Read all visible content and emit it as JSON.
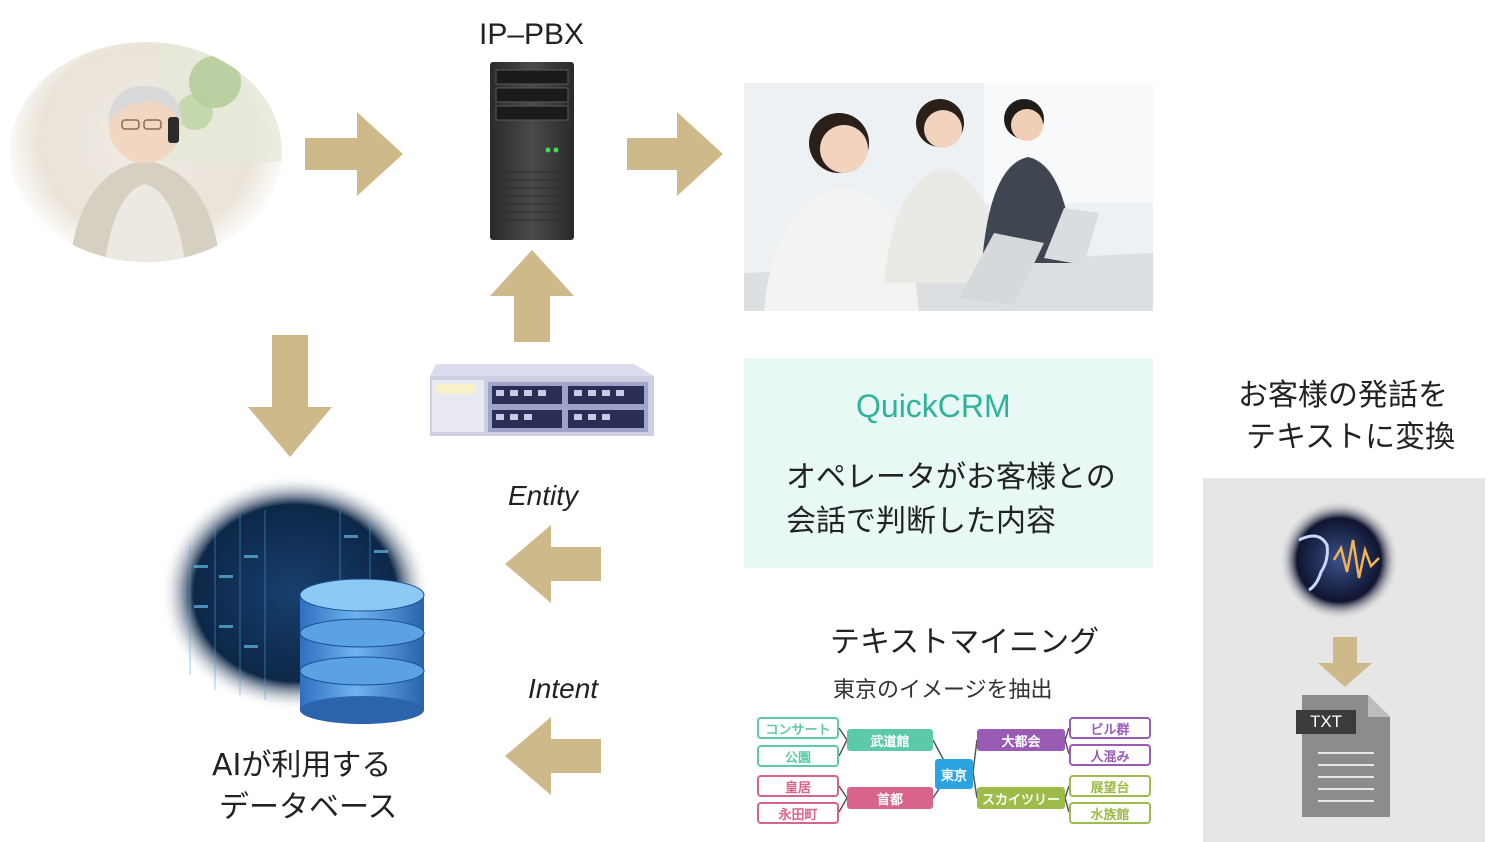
{
  "pbx_title": "IP–PBX",
  "crm": {
    "title": "QuickCRM",
    "line1": "オペレータがお客様との",
    "line2": "会話で判断した内容"
  },
  "flows": {
    "entity": "Entity",
    "intent": "Intent"
  },
  "database": {
    "line1": "AIが利用する",
    "line2": "データベース"
  },
  "speech_to_text": {
    "line1": "お客様の発話を",
    "line2": "テキストに変換",
    "file_label": "TXT"
  },
  "mining": {
    "title": "テキストマイニング",
    "subtitle": "東京のイメージを抽出",
    "center": "東京",
    "hubs": [
      "武道館",
      "大都会",
      "首都",
      "スカイツリー"
    ],
    "leaves": [
      "コンサート",
      "公園",
      "ビル群",
      "人混み",
      "皇居",
      "永田町",
      "展望台",
      "水族館"
    ]
  },
  "colors": {
    "arrow": "#cdb98a",
    "crm_bg": "#e8f8f5",
    "crm_title": "#2fb39a",
    "teal": "#5ccaa8",
    "purple": "#9a5bb5",
    "pink": "#d9648a",
    "olive": "#9ebc4a",
    "blue": "#2ba3e0"
  }
}
